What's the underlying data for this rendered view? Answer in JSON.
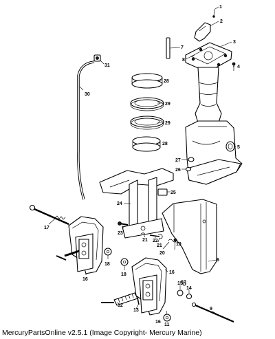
{
  "caption": "MercuryPartsOnline v2.5.1 (Image Copyright- Mercury Marine)",
  "callouts": {
    "c1": "1",
    "c2": "2",
    "c3": "3",
    "c4": "4",
    "c5": "5",
    "c6": "6",
    "c7": "7",
    "c8": "8",
    "c9": "9",
    "c10": "10",
    "c11": "11",
    "c12": "12",
    "c13": "13",
    "c14": "14",
    "c15": "15",
    "c16a": "16",
    "c16b": "16",
    "c16c": "16",
    "c17": "17",
    "c18a": "18",
    "c18b": "18",
    "c19": "19",
    "c20": "20",
    "c21a": "21",
    "c21b": "21",
    "c22": "22",
    "c23": "23",
    "c24": "24",
    "c25": "25",
    "c26": "26",
    "c27": "27",
    "c28a": "28",
    "c28b": "28",
    "c29a": "29",
    "c29b": "29",
    "c30": "30",
    "c31": "31"
  }
}
